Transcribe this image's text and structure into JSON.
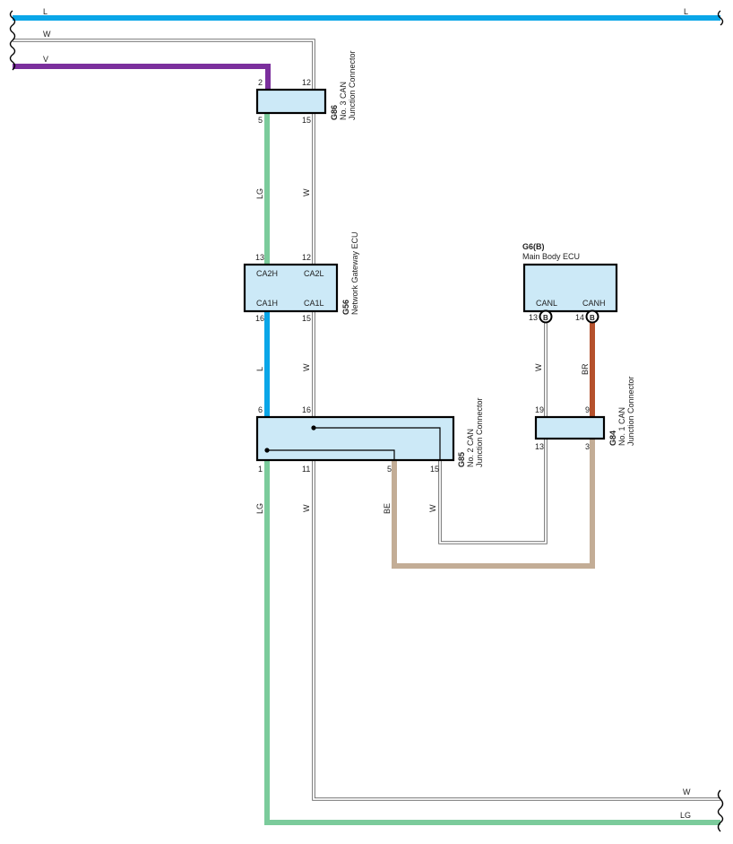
{
  "colors": {
    "L": "#0aa6e8",
    "W": "#ffffff",
    "W_outline": "#666666",
    "V": "#7b2f9d",
    "LG": "#7bcb9b",
    "BR": "#b5512c",
    "BE": "#c3ad96",
    "box_fill": "#cce9f7"
  },
  "wires": {
    "top_L": "L",
    "top_W": "W",
    "top_V": "V",
    "g86_lg": "LG",
    "g86_w": "W",
    "g56_l": "L",
    "g56_w": "W",
    "g6_w": "W",
    "g6_br": "BR",
    "g85_lg": "LG",
    "g85_w": "W",
    "g85_be": "BE",
    "g85_w2": "W",
    "bottom_W": "W",
    "bottom_LG": "LG"
  },
  "connectors": {
    "g86": {
      "id": "G86",
      "name_line1": "No. 3 CAN",
      "name_line2": "Junction Connector",
      "pin_tl": "2",
      "pin_tr": "12",
      "pin_bl": "5",
      "pin_br": "15"
    },
    "g56": {
      "id": "G56",
      "name": "Network Gateway ECU",
      "pin_tl": "13",
      "pin_tr": "12",
      "pin_bl": "16",
      "pin_br": "15",
      "term_ca2h": "CA2H",
      "term_ca2l": "CA2L",
      "term_ca1h": "CA1H",
      "term_ca1l": "CA1L"
    },
    "g6": {
      "id": "G6(B)",
      "name": "Main Body ECU",
      "term_canl": "CANL",
      "term_canh": "CANH",
      "pin_l": "13",
      "pin_r": "14",
      "marker": "B"
    },
    "g85": {
      "id": "G85",
      "name_line1": "No. 2 CAN",
      "name_line2": "Junction Connector",
      "pin_t1": "6",
      "pin_t2": "16",
      "pin_b1": "1",
      "pin_b2": "11",
      "pin_b3": "5",
      "pin_b4": "15"
    },
    "g84": {
      "id": "G84",
      "name_line1": "No. 1 CAN",
      "name_line2": "Junction Connector",
      "pin_tl": "19",
      "pin_tr": "9",
      "pin_bl": "13",
      "pin_br": "3"
    }
  }
}
